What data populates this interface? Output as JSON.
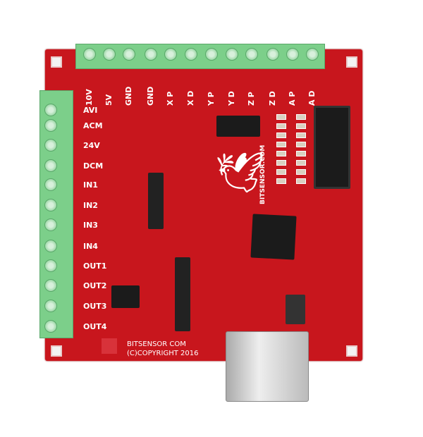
{
  "top_terminal_labels": [
    "10V",
    "5V",
    "GND",
    "GND",
    "X P",
    "X D",
    "Y P",
    "Y D",
    "Z P",
    "Z D",
    "A P",
    "A D"
  ],
  "left_terminal_labels": [
    "AVI",
    "ACM",
    "24V",
    "DCM",
    "IN1",
    "IN2",
    "IN3",
    "IN4",
    "OUT1",
    "OUT2",
    "OUT3",
    "OUT4"
  ],
  "silkscreen": {
    "brand": "BITSENSOR COM",
    "copyright": "(C)COPYRIGHT 2016",
    "side_text": "BITSENSOR.COM"
  },
  "colors": {
    "pcb": "#c8161d",
    "terminal": "#7ccf8a",
    "connector": "#1b1b1b"
  }
}
